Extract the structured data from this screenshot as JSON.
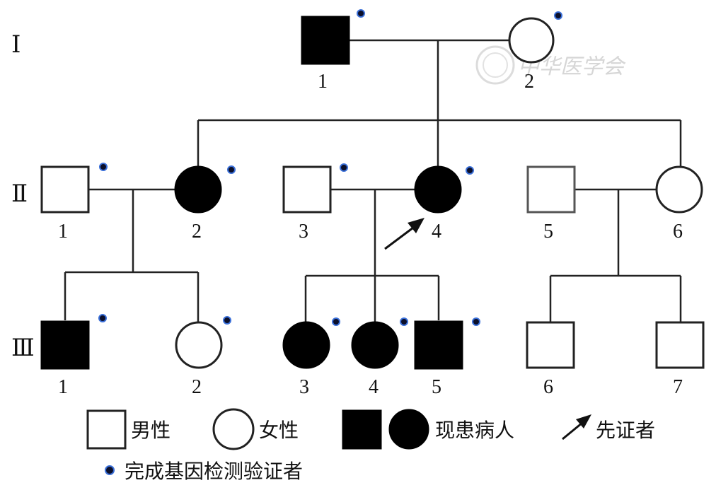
{
  "generations": [
    "Ⅰ",
    "Ⅱ",
    "Ⅲ"
  ],
  "individuals": {
    "I1": "1",
    "I2": "2",
    "II1": "1",
    "II2": "2",
    "II3": "3",
    "II4": "4",
    "II5": "5",
    "II6": "6",
    "III1": "1",
    "III2": "2",
    "III3": "3",
    "III4": "4",
    "III5": "5",
    "III6": "6",
    "III7": "7"
  },
  "legend": {
    "male": "男性",
    "female": "女性",
    "affected": "现患病人",
    "proband": "先证者",
    "tested": "完成基因检测验证者"
  },
  "watermark": "中华医学会"
}
